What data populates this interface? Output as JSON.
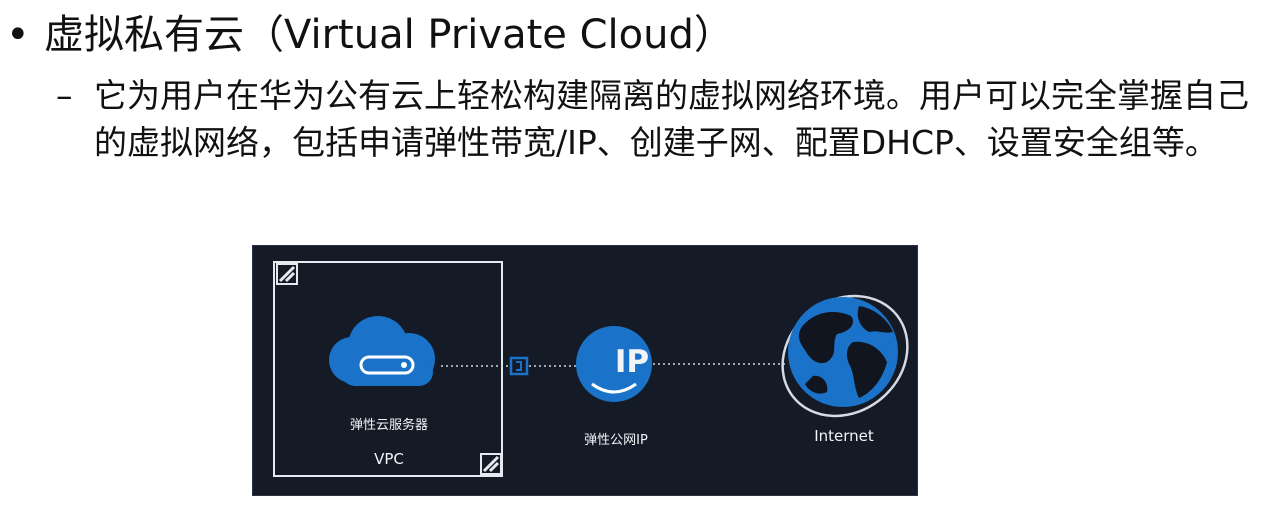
{
  "heading": {
    "bullet": "•",
    "title": "虚拟私有云（Virtual Private Cloud）"
  },
  "description": {
    "dash": "–",
    "text": "它为用户在华为公有云上轻松构建隔离的虚拟网络环境。用户可以完全掌握自己的虚拟网络，包括申请弹性带宽/IP、创建子网、配置DHCP、设置安全组等。"
  },
  "diagram": {
    "ecs_label": "弹性云服务器",
    "vpc_label": "VPC",
    "eip_badge": "IP",
    "eip_label": "弹性公网IP",
    "internet_label": "Internet",
    "colors": {
      "background": "#141b27",
      "accent": "#1a73c8",
      "line": "#e6eaf0"
    }
  }
}
